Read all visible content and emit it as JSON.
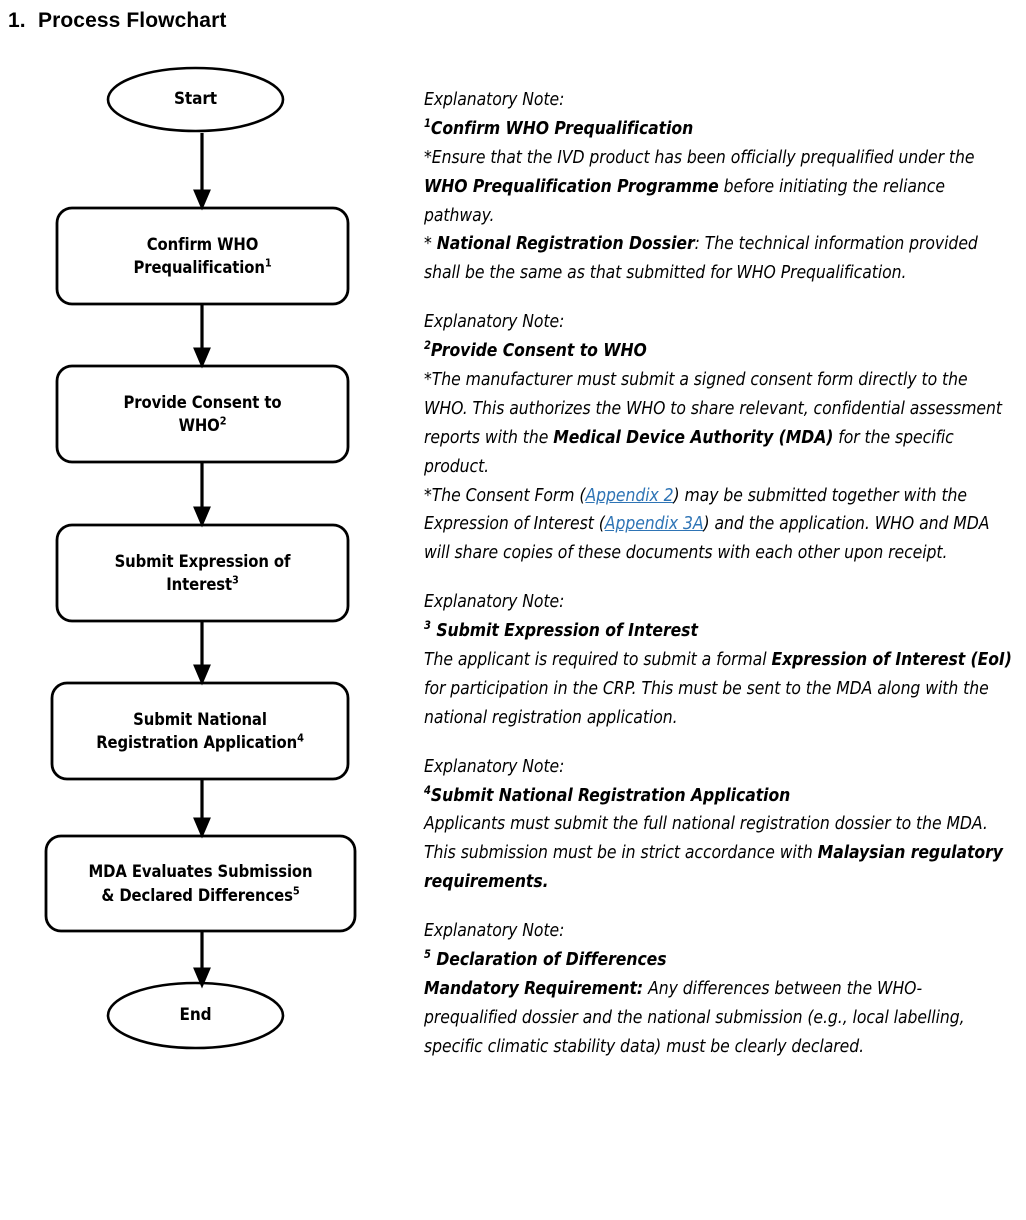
{
  "heading": {
    "number": "1.",
    "title": "Process Flowchart"
  },
  "flowchart": {
    "nodes": [
      {
        "id": "start",
        "shape": "ellipse",
        "label": "Start",
        "sup": ""
      },
      {
        "id": "step1",
        "shape": "round-rect",
        "label": "Confirm WHO Prequalification",
        "sup": "1"
      },
      {
        "id": "step2",
        "shape": "round-rect",
        "label": "Provide Consent to WHO",
        "sup": "2"
      },
      {
        "id": "step3",
        "shape": "round-rect",
        "label": "Submit Expression of Interest",
        "sup": "3"
      },
      {
        "id": "step4",
        "shape": "round-rect",
        "label": "Submit National Registration Application",
        "sup": "4"
      },
      {
        "id": "step5",
        "shape": "round-rect",
        "label": "MDA Evaluates Submission & Declared Differences",
        "sup": "5"
      },
      {
        "id": "end",
        "shape": "ellipse",
        "label": "End",
        "sup": ""
      }
    ],
    "node_lines": {
      "start": [
        "Start"
      ],
      "step1": [
        "Confirm WHO",
        "Prequalification"
      ],
      "step2": [
        "Provide Consent to",
        "WHO"
      ],
      "step3": [
        "Submit Expression of",
        "Interest"
      ],
      "step4": [
        "Submit National",
        "Registration Application"
      ],
      "step5": [
        "MDA Evaluates Submission",
        "& Declared Differences"
      ],
      "end": [
        "End"
      ]
    },
    "connector_count": 6,
    "stroke_color": "#000000"
  },
  "notes": {
    "header_label": "Explanatory Note:",
    "link_color": "#2E74B5",
    "blocks": [
      {
        "sup": "1",
        "title": "Confirm WHO Prequalification",
        "title_space": false,
        "paragraphs": [
          {
            "segments": [
              {
                "text": "*Ensure that the IVD product has been officially prequalified under the ",
                "style": "italic"
              },
              {
                "text": "WHO Prequalification Programme",
                "style": "bold-italic"
              },
              {
                "text": " before initiating the reliance pathway.",
                "style": "italic"
              }
            ]
          },
          {
            "segments": [
              {
                "text": "* ",
                "style": "italic"
              },
              {
                "text": "National Registration Dossier",
                "style": "bold-italic"
              },
              {
                "text": ": The technical information provided shall be the same as that submitted for WHO Prequalification.",
                "style": "italic"
              }
            ]
          }
        ]
      },
      {
        "sup": "2",
        "title": "Provide Consent to WHO",
        "title_space": false,
        "paragraphs": [
          {
            "segments": [
              {
                "text": "*The manufacturer must submit a signed consent form directly to the WHO. This authorizes the WHO to share relevant, confidential assessment reports with the ",
                "style": "italic"
              },
              {
                "text": "Medical Device Authority (MDA)",
                "style": "bold-italic"
              },
              {
                "text": " for the specific product.",
                "style": "italic"
              }
            ]
          },
          {
            "segments": [
              {
                "text": "*The Consent Form (",
                "style": "italic"
              },
              {
                "text": "Appendix 2",
                "style": "link"
              },
              {
                "text": ") may be submitted together with the Expression of Interest (",
                "style": "italic"
              },
              {
                "text": "Appendix 3A",
                "style": "link"
              },
              {
                "text": ") and the application. WHO and MDA will share copies of these documents with each other upon receipt.",
                "style": "italic"
              }
            ]
          }
        ]
      },
      {
        "sup": "3",
        "title": "Submit Expression of Interest",
        "title_space": true,
        "paragraphs": [
          {
            "segments": [
              {
                "text": "The applicant is required to submit a formal ",
                "style": "italic"
              },
              {
                "text": "Expression of Interest (EoI)",
                "style": "bold-italic"
              },
              {
                "text": " for participation in the CRP. This must be sent to the MDA along with the national registration application.",
                "style": "italic"
              }
            ]
          }
        ]
      },
      {
        "sup": "4",
        "title": "Submit National Registration Application",
        "title_space": false,
        "paragraphs": [
          {
            "segments": [
              {
                "text": "Applicants must submit the full national registration dossier to the MDA. This submission must be in strict accordance with ",
                "style": "italic"
              },
              {
                "text": "Malaysian regulatory requirements.",
                "style": "bold-italic"
              }
            ]
          }
        ]
      },
      {
        "sup": "5",
        "title": "Declaration of Differences",
        "title_space": true,
        "paragraphs": [
          {
            "segments": [
              {
                "text": "Mandatory Requirement:",
                "style": "bold-italic"
              },
              {
                "text": " Any differences between the WHO-prequalified dossier and the national submission (e.g., local labelling, specific climatic stability data) must be clearly declared.",
                "style": "italic"
              }
            ]
          }
        ]
      }
    ]
  }
}
